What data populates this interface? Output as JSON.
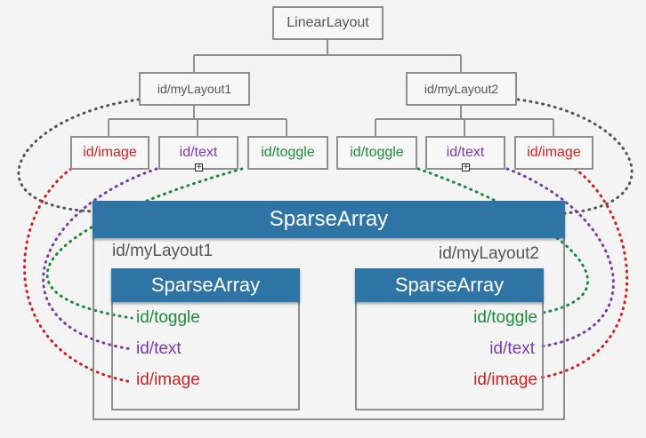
{
  "tree": {
    "root": "LinearLayout",
    "layout1": "id/myLayout1",
    "layout2": "id/myLayout2",
    "layout1_children": [
      "id/image",
      "id/text",
      "id/toggle"
    ],
    "layout2_children": [
      "id/toggle",
      "id/text",
      "id/image"
    ]
  },
  "sparse": {
    "outer_title": "SparseArray",
    "key1": "id/myLayout1",
    "key2": "id/myLayout2",
    "inner1_title": "SparseArray",
    "inner2_title": "SparseArray",
    "inner1_items": [
      "id/toggle",
      "id/text",
      "id/image"
    ],
    "inner2_items": [
      "id/toggle",
      "id/text",
      "id/image"
    ]
  },
  "colors": {
    "image": "#cc2222",
    "text": "#7a3aa8",
    "toggle": "#1c8a3a",
    "layout": "#555555",
    "header": "#2e74a4"
  }
}
